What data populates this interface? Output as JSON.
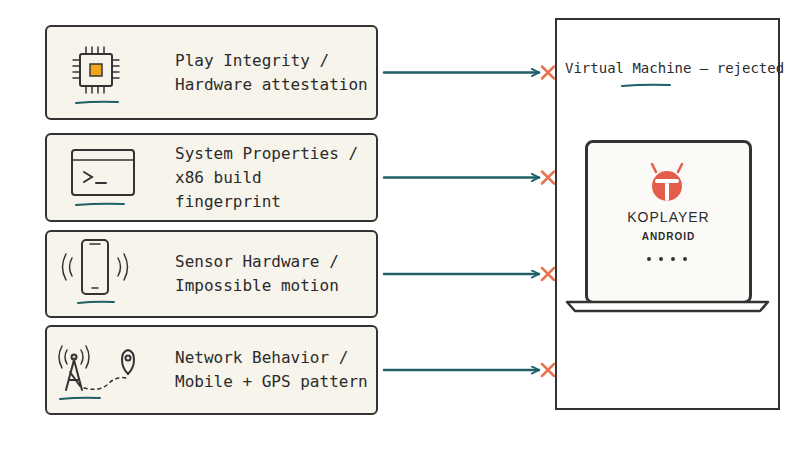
{
  "diagram": {
    "nodes": [
      {
        "text": [
          "Play Integrity / Hardware attestation"
        ]
      },
      {
        "text": [
          "System Properties / x86 build fingerprint"
        ]
      },
      {
        "text": [
          "Sensor Hardware / Impossible motion"
        ]
      },
      {
        "text": [
          "Network Behavior / Mobile + GPS pattern"
        ]
      },
      {
        "text": [
          "Virtual Machine — rejected"
        ]
      },
      {
        "text": [
          "KOPLAYER",
          "ANDROID"
        ],
        "in": 4
      }
    ],
    "edges": [
      {
        "from": 0,
        "to": 4,
        "arrow": "to"
      },
      {
        "from": 1,
        "to": 4,
        "arrow": "to"
      },
      {
        "from": 2,
        "to": 4,
        "arrow": "to"
      },
      {
        "from": 3,
        "to": 4,
        "arrow": "to"
      }
    ]
  }
}
